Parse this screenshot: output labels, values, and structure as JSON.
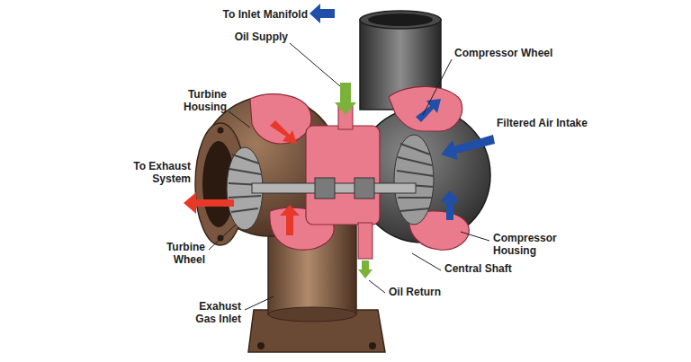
{
  "diagram": {
    "labels": [
      "To Inlet Manifold",
      "Oil Supply",
      "Compressor Wheel",
      "Turbine Housing",
      "Filtered Air Intake",
      "To Exhaust System",
      "Turbine Wheel",
      "Compressor Housing",
      "Central Shaft",
      "Oil Return",
      "Exahust Gas Inlet"
    ]
  }
}
